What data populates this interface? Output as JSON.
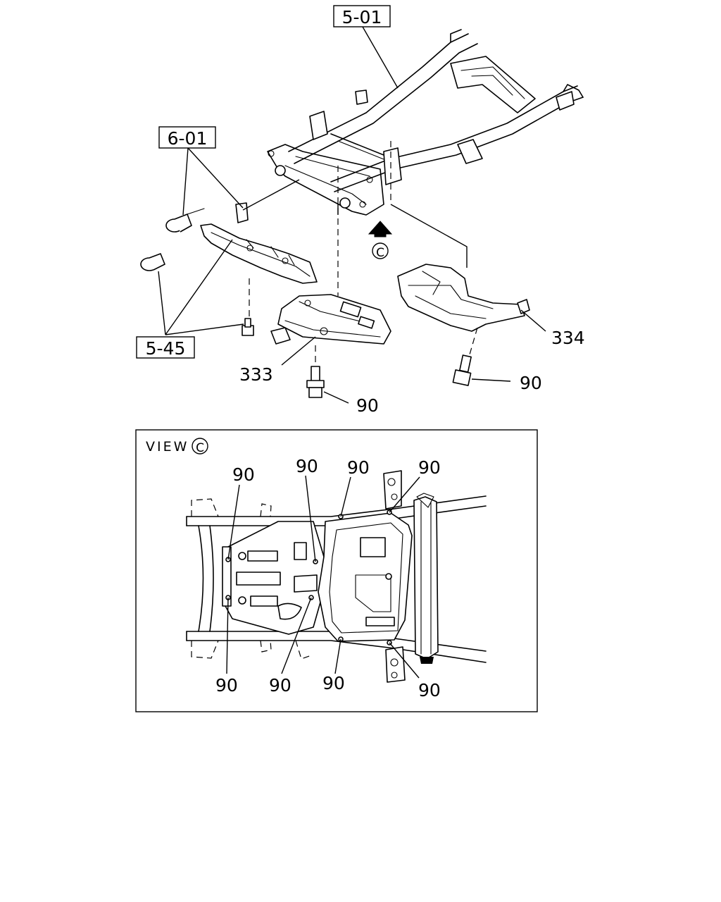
{
  "callouts": {
    "frame_ref": "5-01",
    "cab_mount_ref": "6-01",
    "bracket_ref": "5-45",
    "front_plate": "333",
    "rear_plate": "334",
    "bolt_front": "90",
    "bolt_rear": "90",
    "view_arrow_mark": "C"
  },
  "view_c": {
    "title": "VIEW",
    "mark": "C",
    "bolt_labels": [
      "90",
      "90",
      "90",
      "90",
      "90",
      "90",
      "90",
      "90"
    ]
  }
}
